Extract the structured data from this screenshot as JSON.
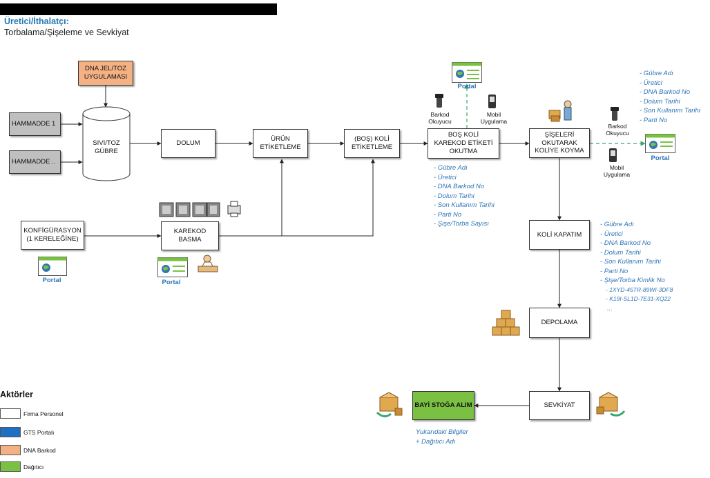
{
  "header": {
    "title": "Üretici/İthalatçı:",
    "subtitle": "Torbalama/Şişeleme ve Sevkiyat"
  },
  "boxes": {
    "dna_jel": "DNA JEL/TOZ\nUYGULAMASI",
    "hammadde1": "HAMMADDE 1",
    "hammadde_n": "HAMMADDE ..",
    "sivi_toz": "SIVI/TOZ\nGÜBRE",
    "dolum": "DOLUM",
    "urun_etiket": "ÜRÜN\nETİKETLEME",
    "bos_koli_etiket": "(BOŞ) KOLİ\nETİKETLEME",
    "bos_koli_okuma": "BOŞ KOLİ\nKAREKOD ETİKETİ\nOKUTMA",
    "siseleri": "ŞİŞELERİ\nOKUTARAK\nKOLİYE KOYMA",
    "konfig": "KONFİGÜRASYON\n(1 KERELEĞİNE)",
    "karekod_basma": "KAREKOD\nBASMA",
    "koli_kapatim": "KOLİ KAPATIM",
    "depolama": "DEPOLAMA",
    "sevkiyat": "SEVKİYAT",
    "bayi": "BAYİ STOĞA ALIM"
  },
  "portal_label": "Portal",
  "devices": {
    "barkod_okuyucu": "Barkod\nOkuyucu",
    "mobil_uygulama": "Mobil\nUygulama"
  },
  "annotations": {
    "top_right": [
      "- Gübre Adı",
      "- Üretici",
      "- DNA Barkod No",
      "- Dolum Tarihi",
      "- Son Kullanım Tarihi",
      "- Parti No"
    ],
    "under_bos_koli": [
      "- Gübre Adı",
      "- Üretici",
      "- DNA Barkod No",
      "- Dolum Tarihi",
      "- Son Kullanım Tarihi",
      "- Parti No",
      "- Şişe/Torba Sayısı"
    ],
    "koli_kapatim": [
      "- Gübre Adı",
      "- Üretici",
      "- DNA Barkod No",
      "- Dolum Tarihi",
      "- Son Kullanım Tarihi",
      "- Parti No",
      "- Şişe/Torba Kimlik No"
    ],
    "kimlik_ids": [
      "- 1XYD-45TR-89WI-3DF8",
      "- K19I-SL1D-7E31-XQ22",
      "..."
    ],
    "bayi_note": [
      "Yukarıdaki Bilgiler",
      "+ Dağıtıcı Adı"
    ]
  },
  "legend": {
    "title": "Aktörler",
    "items": [
      {
        "label": "Firma Personel",
        "color": "#ffffff"
      },
      {
        "label": "GTS Portalı",
        "color": "#1f6fc5"
      },
      {
        "label": "DNA Barkod",
        "color": "#f4b183"
      },
      {
        "label": "Dağıtıcı",
        "color": "#7ac143"
      }
    ]
  },
  "colors": {
    "annotation": "#2e75b6",
    "dashed_arrow": "#3aa86b"
  }
}
